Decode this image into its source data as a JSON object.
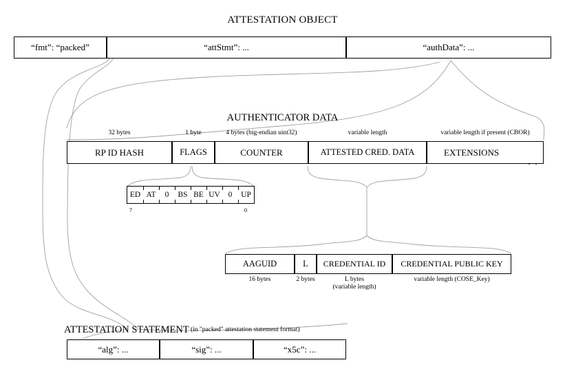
{
  "diagram": {
    "title": "ATTESTATION OBJECT",
    "attestation_object": {
      "fields": [
        {
          "label": "“fmt”: “packed”"
        },
        {
          "label": "“attStmt”: ..."
        },
        {
          "label": "“authData”: ..."
        }
      ]
    },
    "authenticator_data": {
      "title": "AUTHENTICATOR DATA",
      "fields": [
        {
          "label": "RP ID HASH",
          "size": "32 bytes"
        },
        {
          "label": "FLAGS",
          "size": "1 byte"
        },
        {
          "label": "COUNTER",
          "size": "4 bytes (big-endian uint32)"
        },
        {
          "label": "ATTESTED CRED. DATA",
          "size": "variable length"
        },
        {
          "label": "EXTENSIONS",
          "size": "variable length if present (CBOR)"
        }
      ],
      "break_symbol": "break-squiggle"
    },
    "flags": {
      "bits": [
        "ED",
        "AT",
        "0",
        "BS",
        "BE",
        "UV",
        "0",
        "UP"
      ],
      "msb_label": "7",
      "lsb_label": "0"
    },
    "attested_credential_data": {
      "fields": [
        {
          "label": "AAGUID",
          "size": "16 bytes"
        },
        {
          "label": "L",
          "size": "2 bytes"
        },
        {
          "label": "CREDENTIAL ID",
          "size": "L bytes",
          "size2": "(variable length)"
        },
        {
          "label": "CREDENTIAL PUBLIC KEY",
          "size": "variable length (COSE_Key)"
        }
      ]
    },
    "attestation_statement": {
      "title": "ATTESTATION STATEMENT",
      "subtitle": "(in \"packed\" attestation statement format)",
      "fields": [
        {
          "label": "“alg”: ..."
        },
        {
          "label": "“sig”: ..."
        },
        {
          "label": "“x5c”: ..."
        }
      ]
    },
    "colors": {
      "box_border": "#000000",
      "connector": "#999999",
      "background": "#ffffff",
      "text": "#000000"
    }
  }
}
